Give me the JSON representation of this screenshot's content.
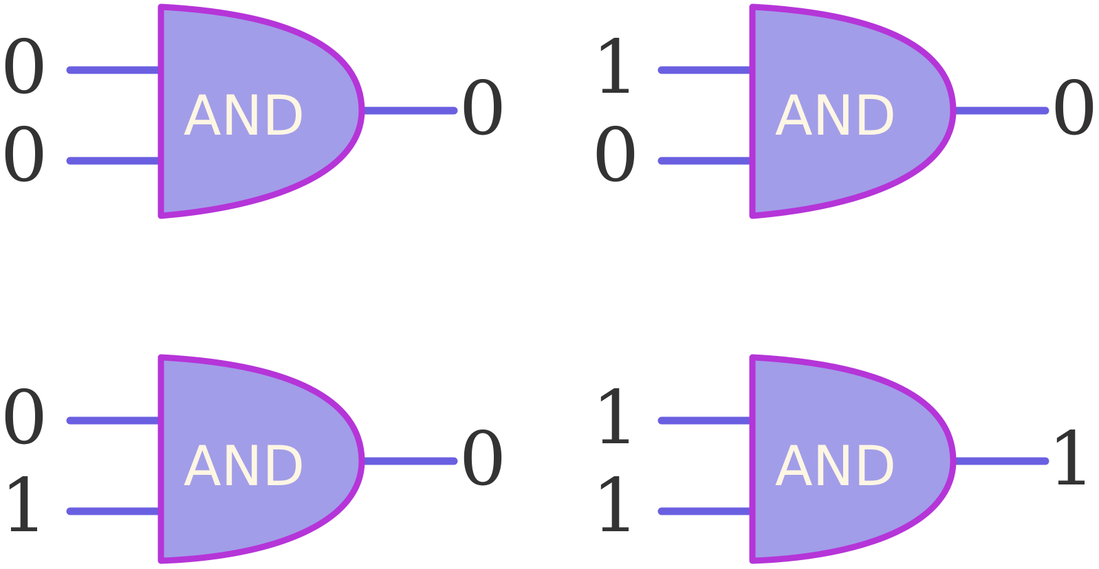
{
  "colors": {
    "gate_fill": "#a29de8",
    "gate_stroke": "#b535d8",
    "wire": "#6a5fe0",
    "label_text": "#fdf6e3",
    "bit_text": "#333333"
  },
  "gates": [
    {
      "label": "AND",
      "input_a": "0",
      "input_b": "0",
      "output": "0"
    },
    {
      "label": "AND",
      "input_a": "1",
      "input_b": "0",
      "output": "0"
    },
    {
      "label": "AND",
      "input_a": "0",
      "input_b": "1",
      "output": "0"
    },
    {
      "label": "AND",
      "input_a": "1",
      "input_b": "1",
      "output": "1"
    }
  ]
}
